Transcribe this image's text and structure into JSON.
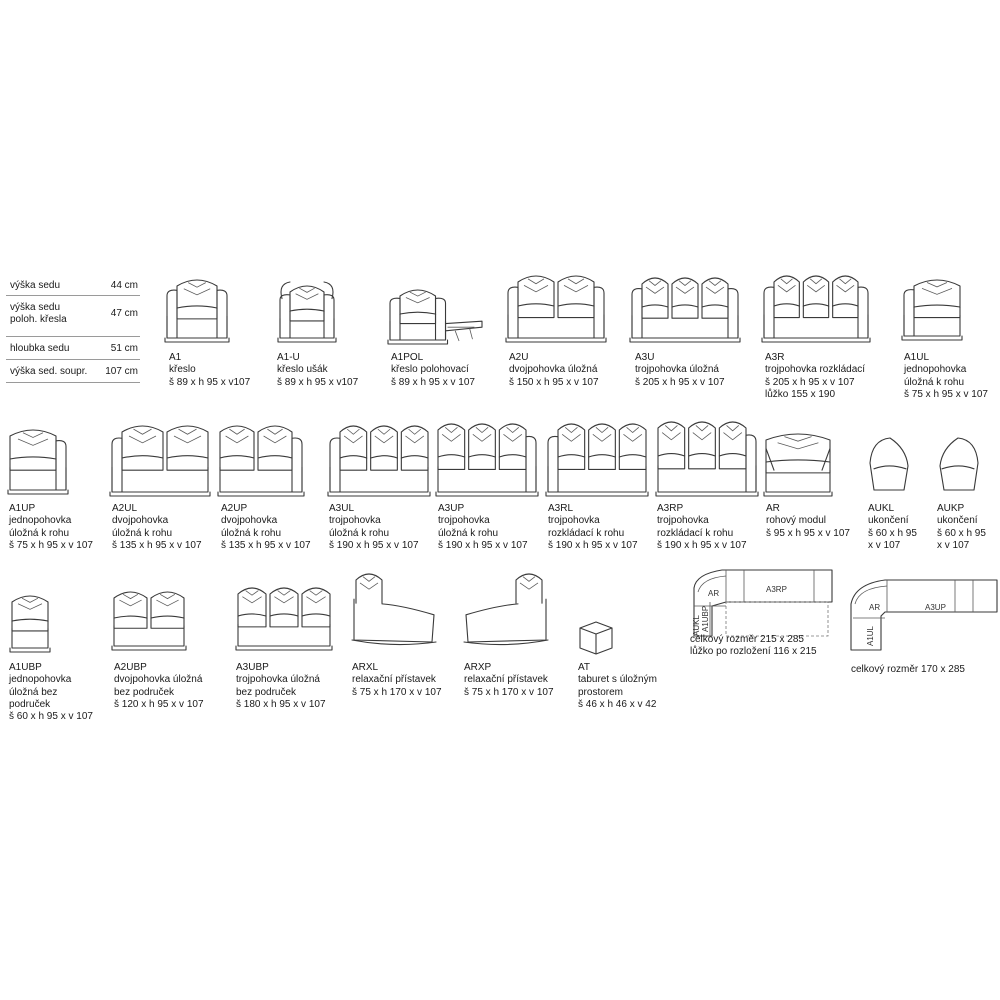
{
  "specs": [
    {
      "label": [
        "výška sedu"
      ],
      "value": "44 cm"
    },
    {
      "label": [
        "výška sedu",
        "poloh. křesla"
      ],
      "value": "47 cm"
    },
    {
      "label": [
        "hloubka sedu"
      ],
      "value": "51 cm"
    },
    {
      "label": [
        "výška sed. soupr."
      ],
      "value": "107 cm"
    }
  ],
  "items": {
    "A1": {
      "lines": [
        "A1",
        "křeslo",
        "š 89 x h 95 x v107"
      ]
    },
    "A1U": {
      "lines": [
        "A1-U",
        "křeslo ušák",
        "š 89 x h 95 x v107"
      ]
    },
    "A1POL": {
      "lines": [
        "A1POL",
        "křeslo polohovací",
        "š 89 x h 95 x v 107"
      ]
    },
    "A2U": {
      "lines": [
        "A2U",
        "dvojpohovka úložná",
        "š 150 x h 95 x v 107"
      ]
    },
    "A3U": {
      "lines": [
        "A3U",
        "trojpohovka úložná",
        "š 205 x h 95 x v 107"
      ]
    },
    "A3R": {
      "lines": [
        "A3R",
        "trojpohovka rozkládací",
        "š 205 x h 95 x v 107",
        "lůžko 155 x 190"
      ]
    },
    "A1UL": {
      "lines": [
        "A1UL",
        "jednopohovka",
        "úložná k rohu",
        "š 75 x h 95 x v 107"
      ]
    },
    "A1UP": {
      "lines": [
        "A1UP",
        "jednopohovka",
        "úložná k rohu",
        "š 75 x h 95 x v 107"
      ]
    },
    "A2UL": {
      "lines": [
        "A2UL",
        "dvojpohovka",
        "úložná k rohu",
        "š 135 x h 95 x v 107"
      ]
    },
    "A2UP": {
      "lines": [
        "A2UP",
        "dvojpohovka",
        "úložná k rohu",
        "š 135 x h 95 x v 107"
      ]
    },
    "A3UL": {
      "lines": [
        "A3UL",
        "trojpohovka",
        "úložná k rohu",
        "š 190 x h 95 x v 107"
      ]
    },
    "A3UP": {
      "lines": [
        "A3UP",
        "trojpohovka",
        "úložná k rohu",
        "š 190 x h 95 x v 107"
      ]
    },
    "A3RL": {
      "lines": [
        "A3RL",
        "trojpohovka",
        "rozkládací k rohu",
        "š 190 x h 95 x v 107"
      ]
    },
    "A3RP": {
      "lines": [
        "A3RP",
        "trojpohovka",
        "rozkládací k rohu",
        "š 190 x h 95 x v 107"
      ]
    },
    "AR": {
      "lines": [
        "AR",
        "rohový modul",
        "š 95 x h 95 x v 107"
      ]
    },
    "AUKL": {
      "lines": [
        "AUKL",
        "ukončení",
        "š 60 x h 95",
        "x v 107"
      ]
    },
    "AUKP": {
      "lines": [
        "AUKP",
        "ukončení",
        "š 60 x h 95",
        "x v 107"
      ]
    },
    "A1UBP": {
      "lines": [
        "A1UBP",
        "jednopohovka",
        "úložná bez",
        "područek",
        "š 60 x h 95 x v 107"
      ]
    },
    "A2UBP": {
      "lines": [
        "A2UBP",
        "dvojpohovka úložná",
        "bez područek",
        "š 120 x h 95 x v 107"
      ]
    },
    "A3UBP": {
      "lines": [
        "A3UBP",
        "trojpohovka úložná",
        "bez područek",
        "š 180 x h 95 x v 107"
      ]
    },
    "ARXL": {
      "lines": [
        "ARXL",
        "relaxační přístavek",
        "š 75 x h 170 x v 107"
      ]
    },
    "ARXP": {
      "lines": [
        "ARXP",
        "relaxační přístavek",
        "š 75 x h 170 x v 107"
      ]
    },
    "AT": {
      "lines": [
        "AT",
        "taburet  s úložným",
        "prostorem",
        "š 46 x h 46 x v 42"
      ]
    }
  },
  "layouts": {
    "left": {
      "labels": {
        "ar": "AR",
        "a3rp": "A3RP",
        "a1ubp": "A1UBP",
        "aukl": "AUKL"
      },
      "lines": [
        "celkový rozměr 215 x 285",
        "lůžko po rozložení 116 x 215"
      ]
    },
    "right": {
      "labels": {
        "ar": "AR",
        "a3up": "A3UP",
        "a1ul": "A1UL"
      },
      "lines": [
        "celkový rozměr 170 x 285"
      ]
    }
  }
}
